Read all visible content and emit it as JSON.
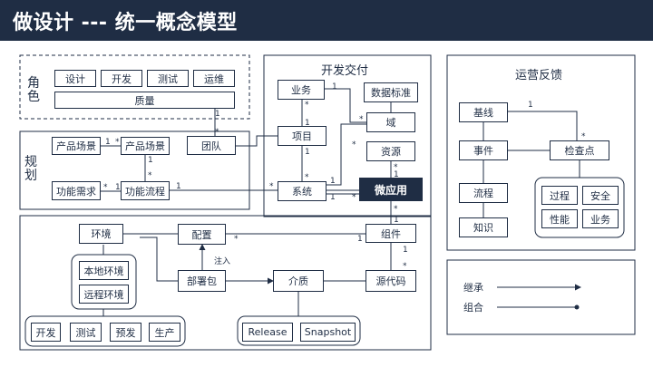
{
  "header": {
    "title": "做设计 --- 统一概念模型"
  },
  "groups": {
    "roles_label": "角色",
    "planning_label": "规划",
    "delivery_label": "开发交付",
    "operations_label": "运营反馈"
  },
  "nodes": {
    "design": "设计",
    "dev": "开发",
    "test": "测试",
    "ops": "运维",
    "quality": "质量",
    "product_scene_1": "产品场景",
    "product_scene_2": "产品场景",
    "team": "团队",
    "func_req": "功能需求",
    "func_flow": "功能流程",
    "business": "业务",
    "data_standard": "数据标准",
    "domain": "域",
    "project": "项目",
    "resource": "资源",
    "system": "系统",
    "microapp": "微应用",
    "environment": "环境",
    "config": "配置",
    "component": "组件",
    "local_env": "本地环境",
    "remote_env": "远程环境",
    "deploy_pkg": "部署包",
    "medium": "介质",
    "source_code": "源代码",
    "env_dev": "开发",
    "env_test": "测试",
    "env_pre": "预发",
    "env_prod": "生产",
    "release": "Release",
    "snapshot": "Snapshot",
    "baseline": "基线",
    "event": "事件",
    "checkpoint": "检查点",
    "process_flow": "流程",
    "knowledge": "知识",
    "process": "过程",
    "security": "安全",
    "performance": "性能",
    "business_chk": "业务"
  },
  "annotations": {
    "inject": "注入"
  },
  "legend": {
    "inherit": "继承",
    "compose": "组合"
  },
  "multiplicity": {
    "m1": "1",
    "m2": "*",
    "m3": "1",
    "m4": "*",
    "m5": "*",
    "m6": "1",
    "m7": "1",
    "m8": "*",
    "m9": "1",
    "m10": "*",
    "m11": "*",
    "m12": "1",
    "m13": "1",
    "m14": "*",
    "m15": "*",
    "m16": "1",
    "m17": "*",
    "m18": "1",
    "m19": "*",
    "m20": "1",
    "m21": "*",
    "m22": "1",
    "m23": "*",
    "m24": "1",
    "m25": "1",
    "m26": "*",
    "m27": "1",
    "m28": "*",
    "m29": "1",
    "m30": "*"
  }
}
